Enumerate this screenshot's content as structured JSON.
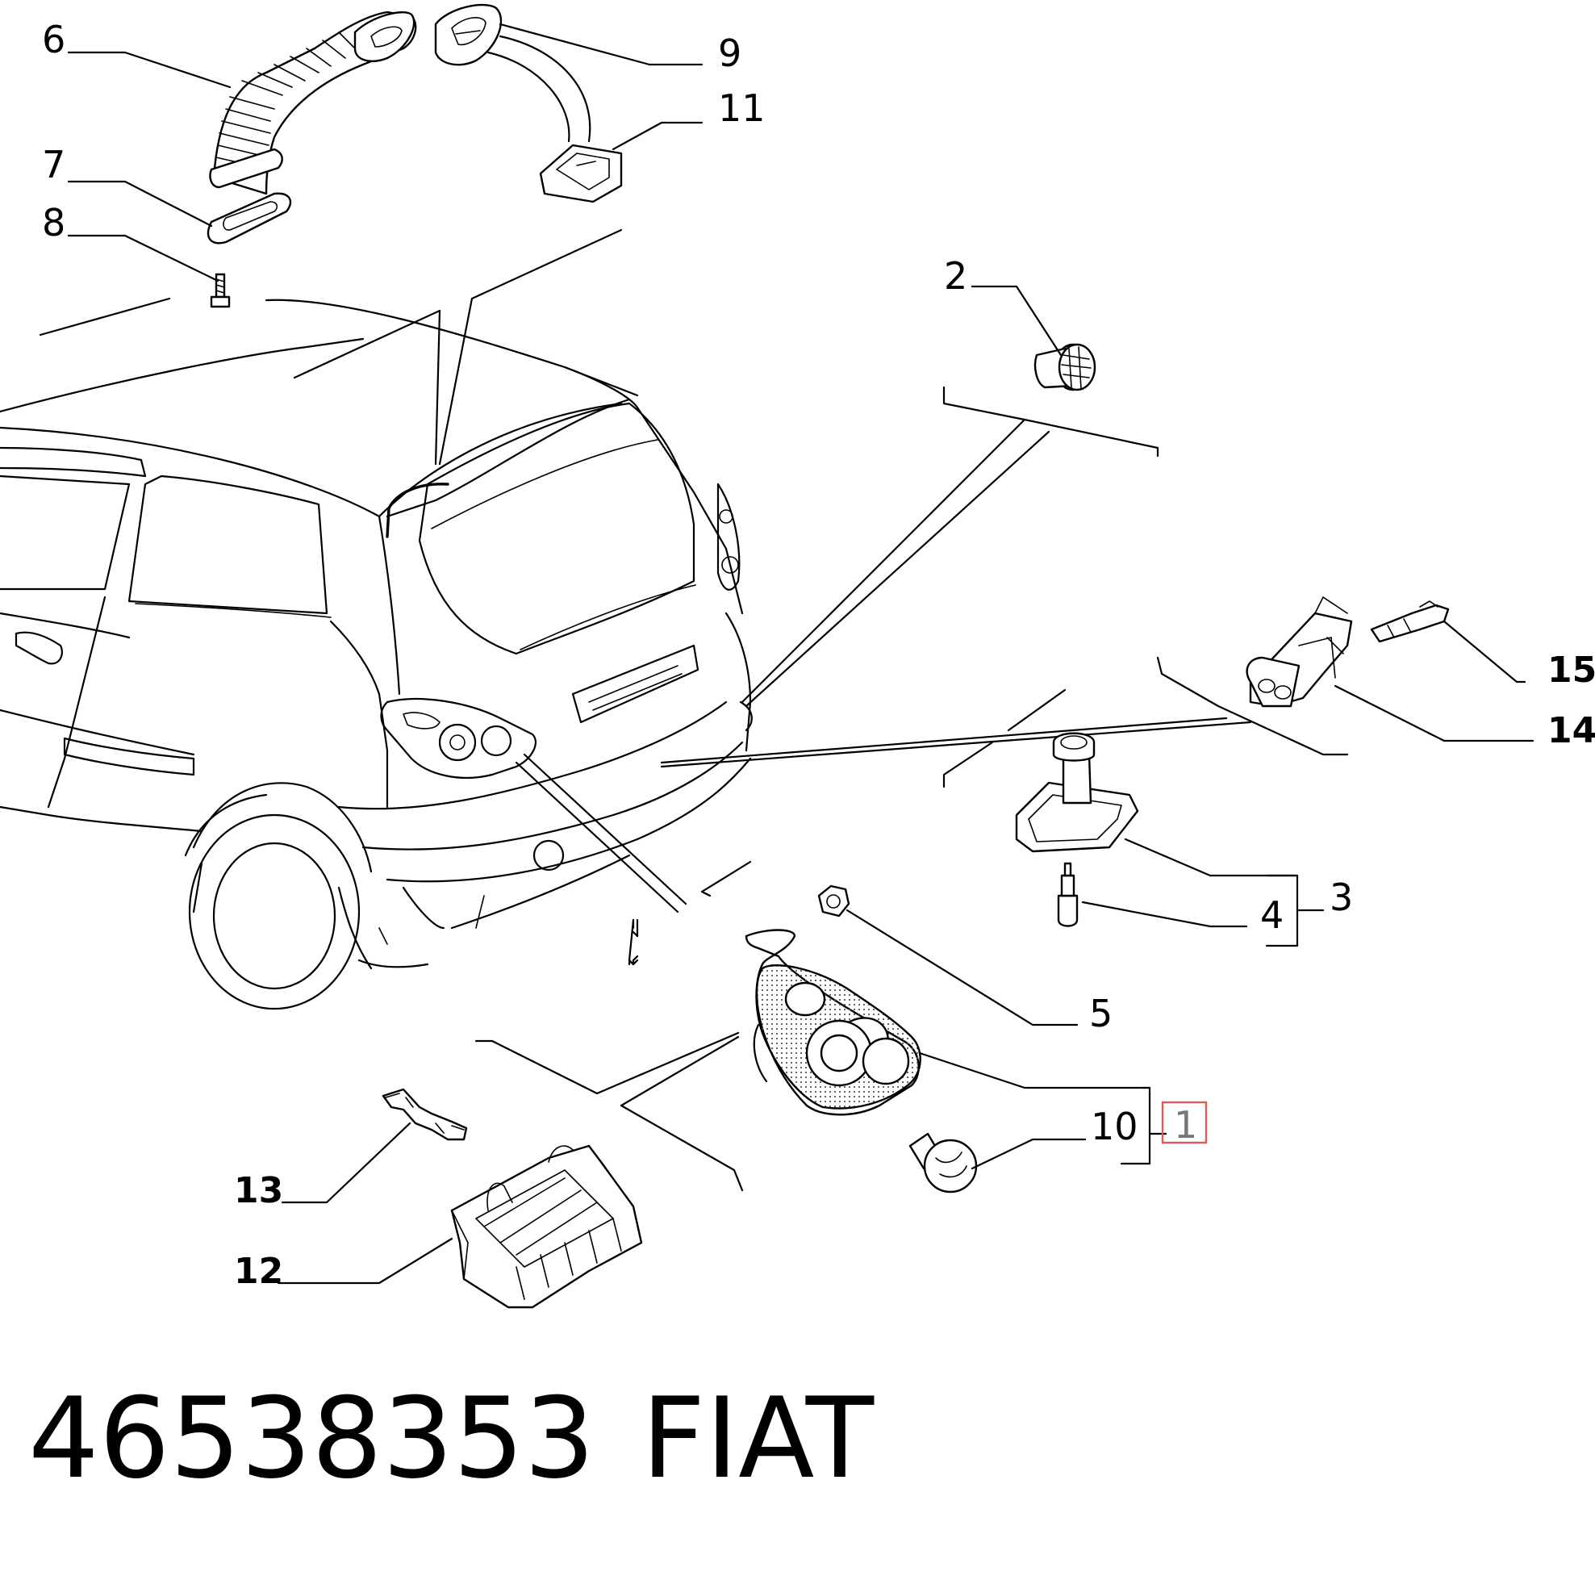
{
  "diagram": {
    "callouts": {
      "c1": "1",
      "c2": "2",
      "c3": "3",
      "c4": "4",
      "c5": "5",
      "c6": "6",
      "c7": "7",
      "c8": "8",
      "c9": "9",
      "c10": "10",
      "c11": "11",
      "c12": "12",
      "c13": "13",
      "c14": "14",
      "c15": "15"
    },
    "highlight_color": "#e05a5a"
  },
  "caption": {
    "part_number": "46538353",
    "brand": "FIAT"
  }
}
